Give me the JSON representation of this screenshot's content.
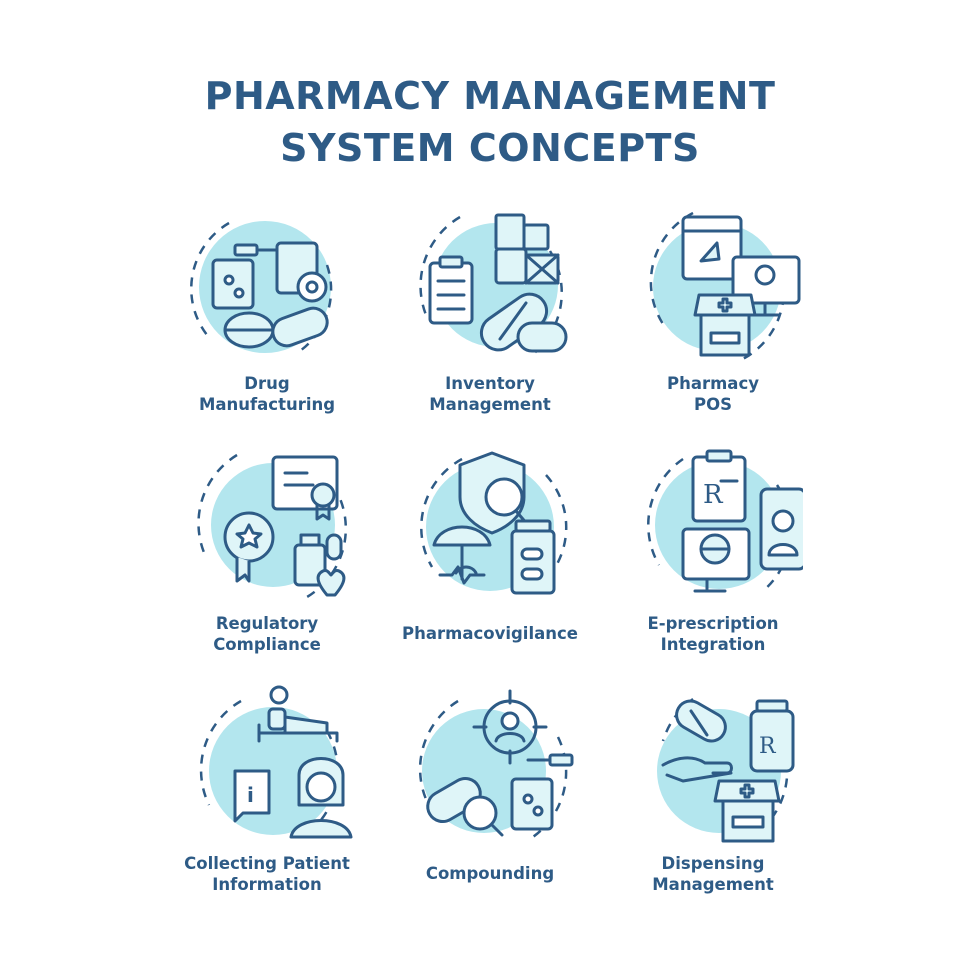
{
  "title": {
    "line1": "PHARMACY MANAGEMENT",
    "line2": "SYSTEM CONCEPTS"
  },
  "colors": {
    "primary": "#2e5b86",
    "accent": "#b3e6ee",
    "light_fill": "#dff5f8",
    "background": "#ffffff"
  },
  "items": [
    {
      "line1": "Drug",
      "line2": "Manufacturing",
      "icon": "drug-manufacturing-icon"
    },
    {
      "line1": "Inventory",
      "line2": "Management",
      "icon": "inventory-management-icon"
    },
    {
      "line1": "Pharmacy",
      "line2": "POS",
      "icon": "pharmacy-pos-icon"
    },
    {
      "line1": "Regulatory",
      "line2": "Compliance",
      "icon": "regulatory-compliance-icon"
    },
    {
      "line1": "Pharmacovigilance",
      "line2": "",
      "icon": "pharmacovigilance-icon"
    },
    {
      "line1": "E-prescription",
      "line2": "Integration",
      "icon": "e-prescription-icon"
    },
    {
      "line1": "Collecting Patient",
      "line2": "Information",
      "icon": "patient-information-icon"
    },
    {
      "line1": "Compounding",
      "line2": "",
      "icon": "compounding-icon"
    },
    {
      "line1": "Dispensing",
      "line2": "Management",
      "icon": "dispensing-management-icon"
    }
  ]
}
